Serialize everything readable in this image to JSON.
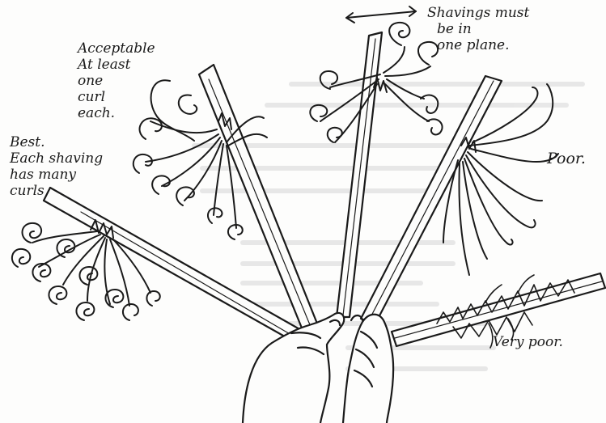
{
  "labels": {
    "best": [
      "Best.",
      "Each shaving",
      "has many",
      "curls"
    ],
    "acceptable": [
      "Acceptable",
      "At least",
      "one",
      "curl",
      "each."
    ],
    "plane": [
      "Shavings must",
      "be in",
      "one plane."
    ],
    "poor": "Poor.",
    "very_poor": "Very poor."
  },
  "colors": {
    "ink": "#1a1a1a",
    "paper": "#fdfdfc",
    "ghost_text": "#d9d9d9"
  }
}
